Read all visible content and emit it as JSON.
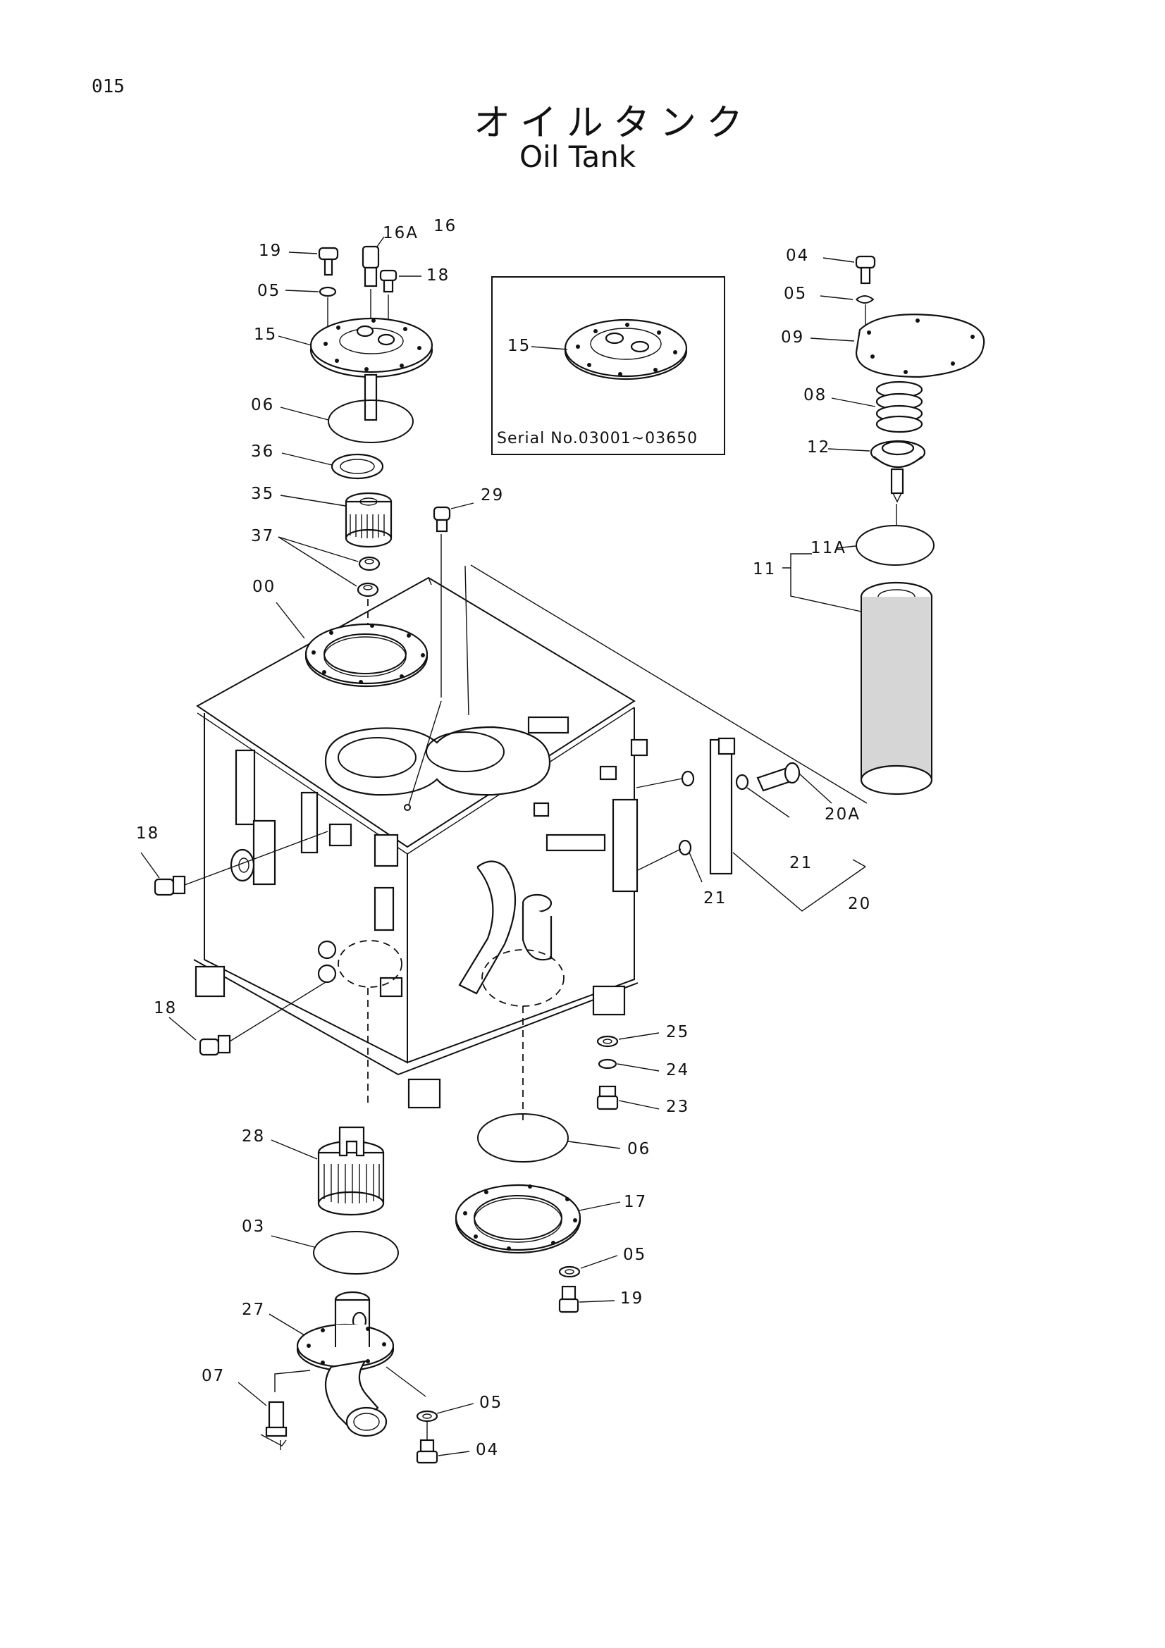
{
  "page_number": "015",
  "title_jp": "オイルタンク",
  "title_en": "Oil Tank",
  "inset_caption": "Serial No.03001~03650",
  "callouts": {
    "c19_top": "19",
    "c16a": "16A",
    "c16": "16",
    "c18_top": "18",
    "c05_top": "05",
    "c15": "15",
    "c06_top": "06",
    "c36": "36",
    "c35": "35",
    "c37": "37",
    "c00": "00",
    "c29": "29",
    "c15_inset": "15",
    "c04_top": "04",
    "c05_right": "05",
    "c09": "09",
    "c08": "08",
    "c12": "12",
    "c11a": "11A",
    "c11": "11",
    "c18_left": "18",
    "c20a": "20A",
    "c21_upper": "21",
    "c21_lower": "21",
    "c20": "20",
    "c18_lower": "18",
    "c25": "25",
    "c24": "24",
    "c23": "23",
    "c28": "28",
    "c06_bottom": "06",
    "c17": "17",
    "c03": "03",
    "c05_mid": "05",
    "c19_bottom": "19",
    "c27": "27",
    "c07": "07",
    "c05_bottom": "05",
    "c04_bottom": "04"
  }
}
